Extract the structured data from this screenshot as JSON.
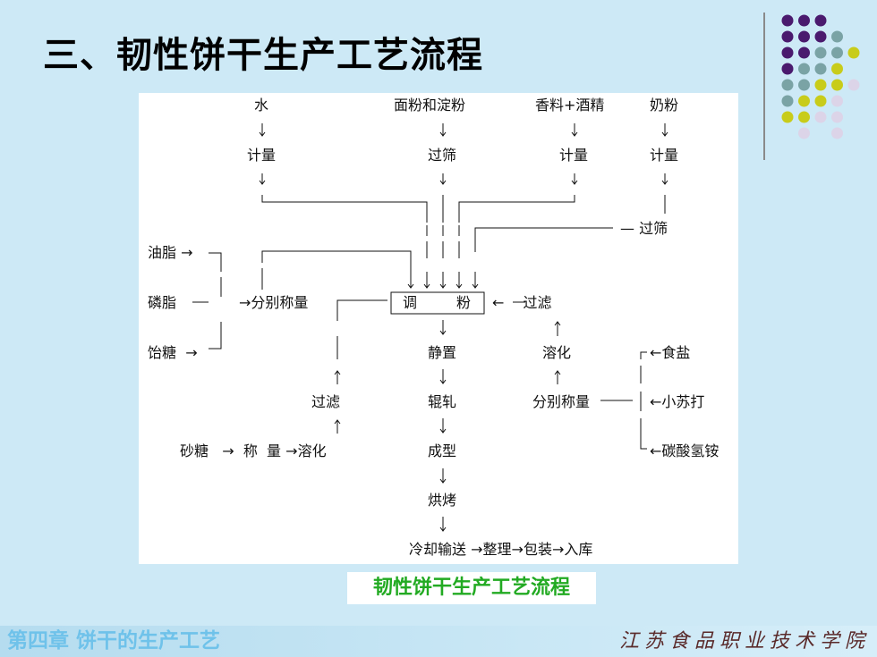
{
  "slide": {
    "title": "三、韧性饼干生产工艺流程",
    "caption": "韧性饼干生产工艺流程",
    "footer_chapter": "第四章 饼干的生产工艺",
    "footer_logo": "江苏食品职业技术学院",
    "palette": {
      "purple": "#4a1a6e",
      "teal": "#7aa3a5",
      "yellow": "#c8cc1a",
      "pink": "#dcd4e8"
    },
    "dot_grid": [
      [
        "purple",
        "purple",
        "purple",
        "",
        ""
      ],
      [
        "purple",
        "purple",
        "purple",
        "teal",
        ""
      ],
      [
        "purple",
        "purple",
        "teal",
        "teal",
        "yellow"
      ],
      [
        "purple",
        "teal",
        "teal",
        "yellow",
        ""
      ],
      [
        "teal",
        "teal",
        "yellow",
        "yellow",
        "pink"
      ],
      [
        "teal",
        "yellow",
        "yellow",
        "pink",
        ""
      ],
      [
        "yellow",
        "yellow",
        "pink",
        "pink",
        ""
      ],
      [
        "",
        "pink",
        "",
        "pink",
        ""
      ]
    ]
  },
  "flow": {
    "water": "水",
    "flour_starch": "面粉和淀粉",
    "flavor_alcohol": "香料+酒精",
    "milk_powder": "奶粉",
    "measure_1": "计量",
    "sieve_1": "过筛",
    "measure_2": "计量",
    "measure_3": "计量",
    "sieve_2": "过筛",
    "oil": "油脂",
    "phospholipid": "磷脂",
    "malt_sugar": "饴糖",
    "weigh_separately_1": "分别称量",
    "dough_mix_1": "调",
    "dough_mix_2": "粉",
    "filter_right": "过滤",
    "rest": "静置",
    "dissolve_right": "溶化",
    "salt": "食盐",
    "filter_left": "过滤",
    "rolling": "辊轧",
    "weigh_separately_2": "分别称量",
    "baking_soda": "小苏打",
    "sugar": "砂糖",
    "weigh_1": "称",
    "weigh_2": "量",
    "dissolve_left": "溶化",
    "forming": "成型",
    "ammonium_bicarbonate": "碳酸氢铵",
    "baking": "烘烤",
    "cooling": "冷却输送",
    "finishing": "整理",
    "packing": "包装",
    "storage": "入库"
  }
}
